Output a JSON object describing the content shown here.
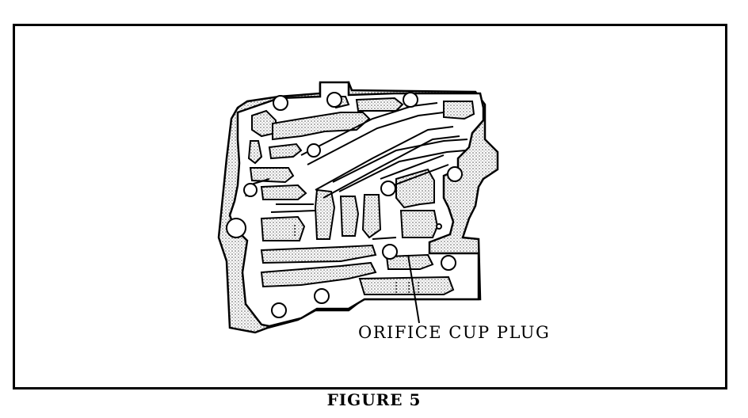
{
  "figure": {
    "callout_label": "ORIFICE CUP PLUG",
    "caption": "FIGURE 5"
  },
  "style": {
    "ink_color": "#000000",
    "paper_color": "#ffffff",
    "casting_shade": "#bdbdbd"
  },
  "icons": {
    "illustration": "valve-body-gasket-drawing"
  }
}
